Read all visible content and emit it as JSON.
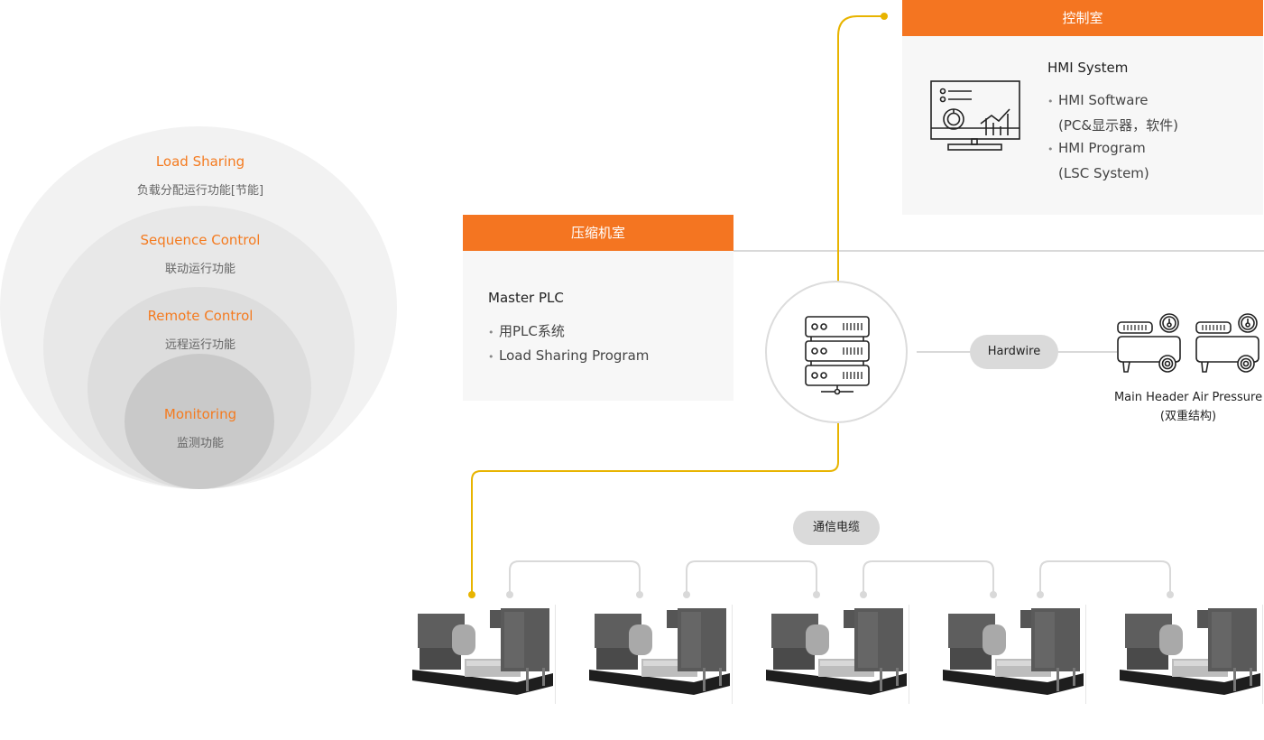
{
  "levels": [
    {
      "title": "Load Sharing",
      "subtitle": "负载分配运行功能[节能]"
    },
    {
      "title": "Sequence Control",
      "subtitle": "联动运行功能"
    },
    {
      "title": "Remote Control",
      "subtitle": "远程运行功能"
    },
    {
      "title": "Monitoring",
      "subtitle": "监测功能"
    }
  ],
  "control_room": {
    "header": "控制室",
    "title": "HMI System",
    "icon": "monitor-dashboard-icon",
    "items": [
      {
        "line1": "HMI Software",
        "line2": "(PC&显示器，软件)"
      },
      {
        "line1": "HMI Program",
        "line2": "(LSC System)"
      }
    ]
  },
  "compressor_room": {
    "header": "压缩机室",
    "title": "Master PLC",
    "items": [
      "用PLC系统",
      "Load Sharing Program"
    ]
  },
  "server": {
    "icon": "server-rack-icon"
  },
  "hardwire": {
    "label": "Hardwire"
  },
  "sensors": {
    "icon": "air-compressor-icon",
    "count": 2,
    "caption_line1": "Main Header Air Pressure",
    "caption_line2": "(双重结构)"
  },
  "comm_cable": {
    "label": "通信电缆"
  },
  "compressors": {
    "count": 5,
    "icon": "centrifugal-compressor-unit"
  },
  "colors": {
    "accent": "#f47521",
    "control_line": "#e8b400",
    "cable_line": "#d9d9d9",
    "panel_bg": "#f7f7f7"
  }
}
